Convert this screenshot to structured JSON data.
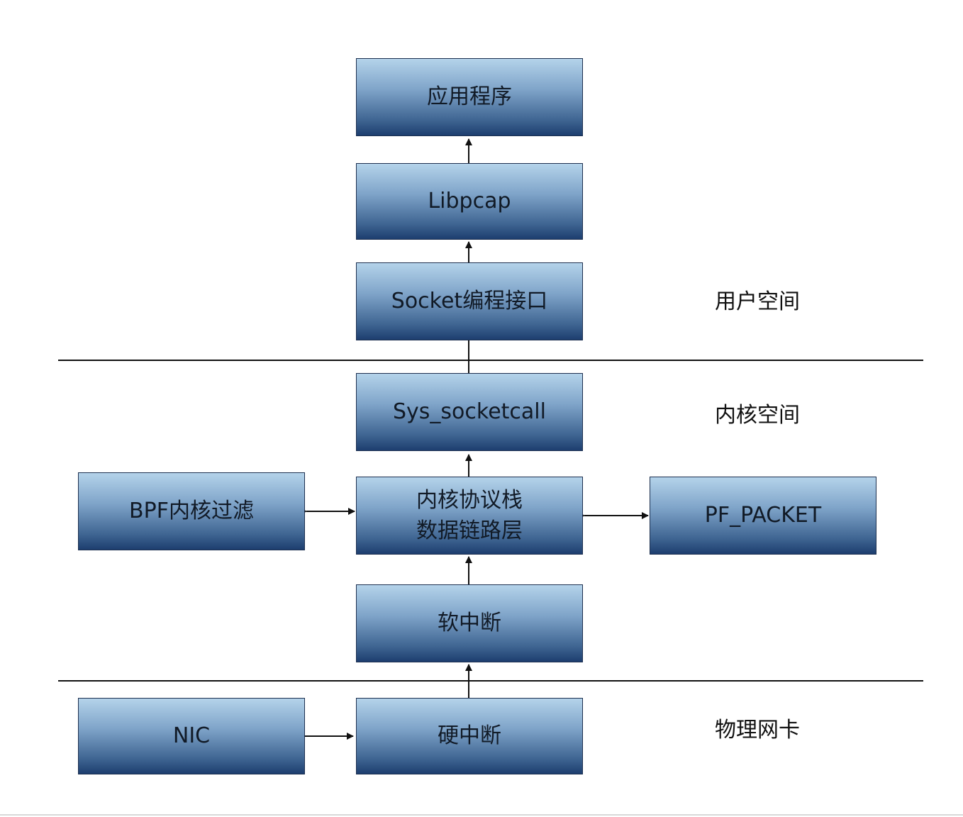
{
  "nodes": {
    "app": "应用程序",
    "libpcap": "Libpcap",
    "socket_api": "Socket编程接口",
    "sys_socketcall": "Sys_socketcall",
    "stack_line1": "内核协议栈",
    "stack_line2": "数据链路层",
    "bpf": "BPF内核过滤",
    "pf_packet": "PF_PACKET",
    "softirq": "软中断",
    "nic": "NIC",
    "hardirq": "硬中断"
  },
  "zones": {
    "user_space": "用户空间",
    "kernel_space": "内核空间",
    "nic_layer": "物理网卡"
  },
  "colors": {
    "box_top": "#b4d3ea",
    "box_bottom": "#1d3e6f",
    "line": "#111111"
  }
}
